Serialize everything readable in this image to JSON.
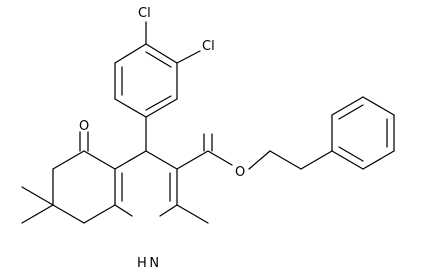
{
  "atoms": {
    "cl_top": "Cl",
    "cl_right": "Cl",
    "ketone_o": "O",
    "ester_o": "O",
    "nh": "H N"
  },
  "colors": {
    "ink": "#000000",
    "background": "#ffffff"
  }
}
